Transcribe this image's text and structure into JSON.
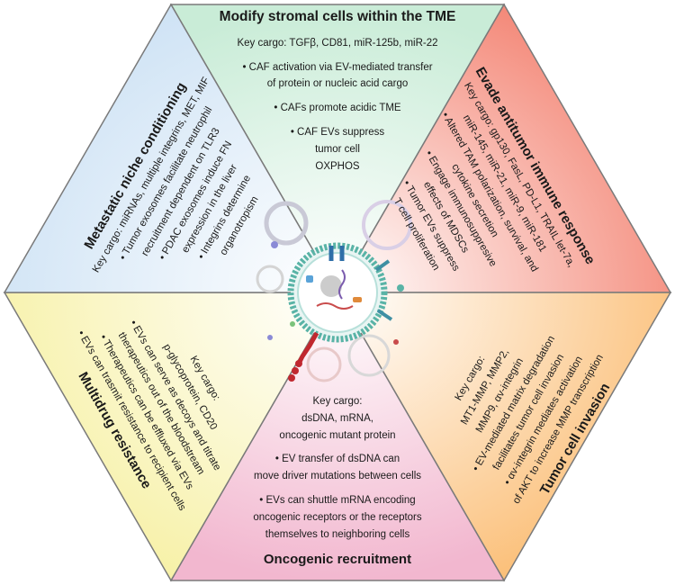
{
  "colors": {
    "top": "#c9ecd7",
    "topright": "#f48a7a",
    "topleft": "#cfe3f5",
    "bottomleft": "#f7f1a8",
    "bottomright": "#fbc07a",
    "bottom": "#f2b7cf",
    "outline": "#7a7a7a",
    "vesicle": "#59b3a6"
  },
  "sections": {
    "top": {
      "title": "Modify stromal cells within the TME",
      "cargo": "Key cargo: TGFβ, CD81, miR-125b, miR-22",
      "bullets": [
        "• CAF activation via EV-mediated transfer",
        "of protein or nucleic acid cargo",
        "• CAFs promote acidic TME",
        "• CAF EVs suppress",
        "tumor cell",
        "OXPHOS"
      ]
    },
    "topright": {
      "title": "Evade antitumor immune response",
      "cargo": [
        "Key cargo: gp130, FasL, PD-L1, TRAIL let-7a,",
        "miR-145, miR-21, miR-9, miR-181"
      ],
      "bullets": [
        "• Altered TAM polarization, survival, and",
        "cytokine secretion",
        "• Engage immunosuppresive",
        "effects of MDSCs",
        "• Tumor EVs suppress",
        "T cell proliferation"
      ]
    },
    "topleft": {
      "title": "Metastatic niche conditioning",
      "cargo": "Key cargo: miRNAs, multiple integrins, MET, MIF",
      "bullets": [
        "• Tumor exosomes facilitate neutrophil",
        "recruitment dependent on TLR3",
        "• PDAC exosomes induce FN",
        "expression in the liver",
        "• Integrins determine",
        "organotropism"
      ]
    },
    "bottomleft": {
      "title": "Multidrug resistance",
      "cargo": [
        "Key cargo:",
        "p-glycoprotein, CD20"
      ],
      "bullets": [
        "• EVs can serve as decoys and titrate",
        "therapeutics out of the bloodstream",
        "• Therapeutics can be effluxed via EVs",
        "• EVs can trasmit resistance to recipient cells"
      ]
    },
    "bottomright": {
      "title": "Tumor cell invasion",
      "cargo": [
        "Key cargo:",
        "MT1-MMP, MMP2,",
        "MMP9, αv-integrin"
      ],
      "bullets": [
        "• EV-mediated matrix degradation",
        "facilitates tumor cell invasion",
        "• αv-integrin mediates activation",
        "of AKT to increase MMP transcription"
      ]
    },
    "bottom": {
      "title": "Oncogenic recruitment",
      "cargo": [
        "Key cargo:",
        "dsDNA, mRNA,",
        "oncogenic mutant protein"
      ],
      "bullets": [
        "• EV transfer of dsDNA can",
        "move driver mutations between cells",
        "• EVs can shuttle mRNA encoding",
        "oncogenic receptors or the receptors",
        "themselves to neighboring cells"
      ]
    }
  }
}
